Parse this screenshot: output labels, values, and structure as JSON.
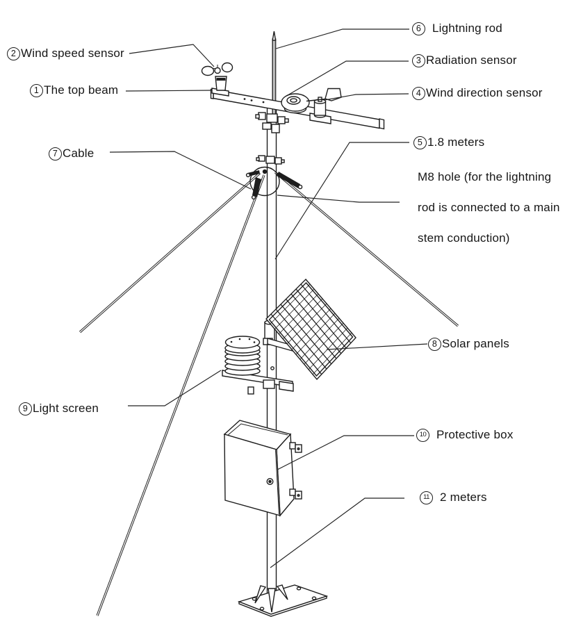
{
  "colors": {
    "line": "#1d1d1d",
    "background": "#ffffff"
  },
  "callouts": {
    "c1": {
      "num": "1",
      "label": "The top beam"
    },
    "c2": {
      "num": "2",
      "label": "Wind speed sensor"
    },
    "c3": {
      "num": "3",
      "label": "Radiation sensor"
    },
    "c4": {
      "num": "4",
      "label": "Wind direction sensor"
    },
    "c5": {
      "num": "5",
      "label": "1.8 meters",
      "note1": "M8 hole (for the lightning",
      "note2": "rod is connected to a main",
      "note3": "stem conduction)"
    },
    "c6": {
      "num": "6",
      "label": "Lightning rod"
    },
    "c7": {
      "num": "7",
      "label": "Cable"
    },
    "c8": {
      "num": "8",
      "label": "Solar panels"
    },
    "c9": {
      "num": "9",
      "label": "Light screen"
    },
    "c10": {
      "num": "10",
      "label": "Protective box"
    },
    "c11": {
      "num": "11",
      "label": "2 meters"
    }
  }
}
